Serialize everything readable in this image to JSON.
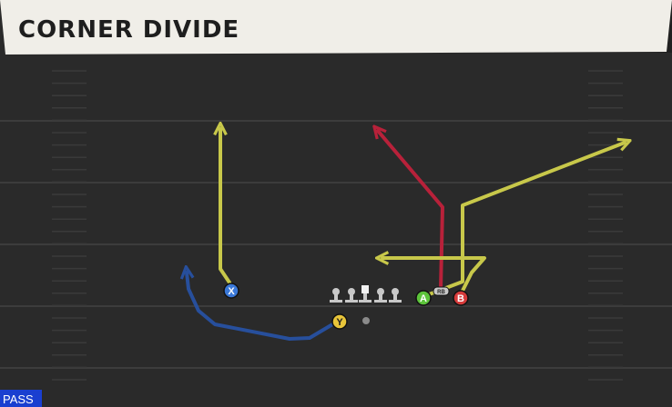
{
  "play": {
    "title": "CORNER DIVIDE",
    "mode_label": "PASS"
  },
  "players": {
    "x": {
      "label": "X",
      "color": "#3a78d8"
    },
    "y": {
      "label": "Y",
      "color": "#e8c53a"
    },
    "a": {
      "label": "A",
      "color": "#5cc33a"
    },
    "b": {
      "label": "B",
      "color": "#d63a3a"
    },
    "rb": {
      "label": "RB",
      "color": "#c8c8c8"
    }
  },
  "route_colors": {
    "yellow": "#c8c84a",
    "red": "#b8213a",
    "blue": "#274f9c"
  },
  "colors": {
    "field": "#2a2a2a",
    "header_bg": "#f0eee8",
    "mode_badge": "#1a3fd0"
  }
}
